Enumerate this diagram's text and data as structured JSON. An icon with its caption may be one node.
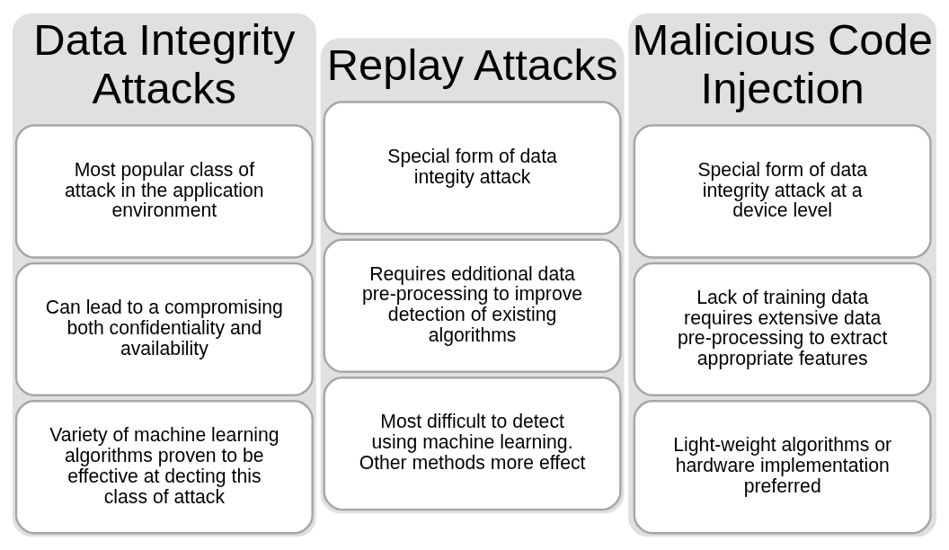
{
  "diagram": {
    "nodes": [
      {
        "text": [
          "Data Integrity Attacks"
        ]
      },
      {
        "text": [
          "Most popular class of attack in the application environment"
        ],
        "in": 0
      },
      {
        "text": [
          "Can lead to a compromising both confidentiality and availability"
        ],
        "in": 0
      },
      {
        "text": [
          "Variety of machine learning algorithms proven to be effective at decting this class of attack"
        ],
        "in": 0
      },
      {
        "text": [
          "Replay Attacks"
        ]
      },
      {
        "text": [
          "Special form of data integity attack"
        ],
        "in": 4
      },
      {
        "text": [
          "Requires edditional data pre-processing to improve detection of existing algorithms"
        ],
        "in": 4
      },
      {
        "text": [
          "Most difficult to detect using machine learning. Other methods more effect"
        ],
        "in": 4
      },
      {
        "text": [
          "Malicious Code Injection"
        ]
      },
      {
        "text": [
          "Special form of data integrity attack at a device level"
        ],
        "in": 8
      },
      {
        "text": [
          "Lack of training data requires extensive data pre-processing to extract appropriate features"
        ],
        "in": 8
      },
      {
        "text": [
          "Light-weight algorithms or hardware implementation preferred"
        ],
        "in": 8
      }
    ],
    "edges": []
  }
}
